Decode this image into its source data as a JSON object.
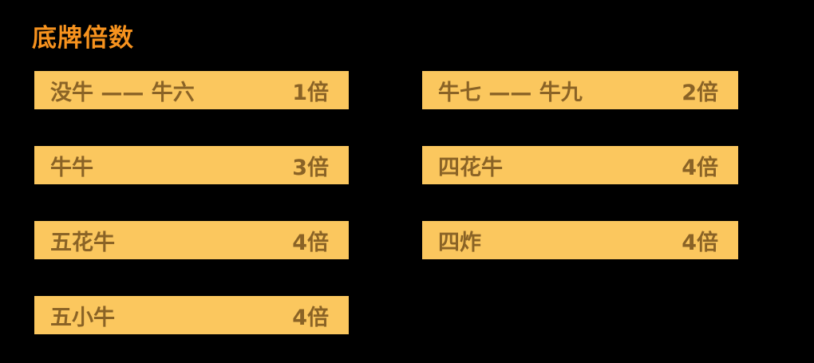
{
  "page": {
    "background_color": "#000000"
  },
  "title": {
    "text": "底牌倍数",
    "color": "#F6921E"
  },
  "colors": {
    "bar_background": "#FBC75E",
    "bar_text": "#8A6326"
  },
  "multiplier_table": {
    "left_column": [
      {
        "label": "没牛 —— 牛六",
        "multiplier": "1倍"
      },
      {
        "label": "牛牛",
        "multiplier": "3倍"
      },
      {
        "label": "五花牛",
        "multiplier": "4倍"
      },
      {
        "label": "五小牛",
        "multiplier": "4倍"
      }
    ],
    "right_column": [
      {
        "label": "牛七 —— 牛九",
        "multiplier": "2倍"
      },
      {
        "label": "四花牛",
        "multiplier": "4倍"
      },
      {
        "label": "四炸",
        "multiplier": "4倍"
      }
    ]
  }
}
